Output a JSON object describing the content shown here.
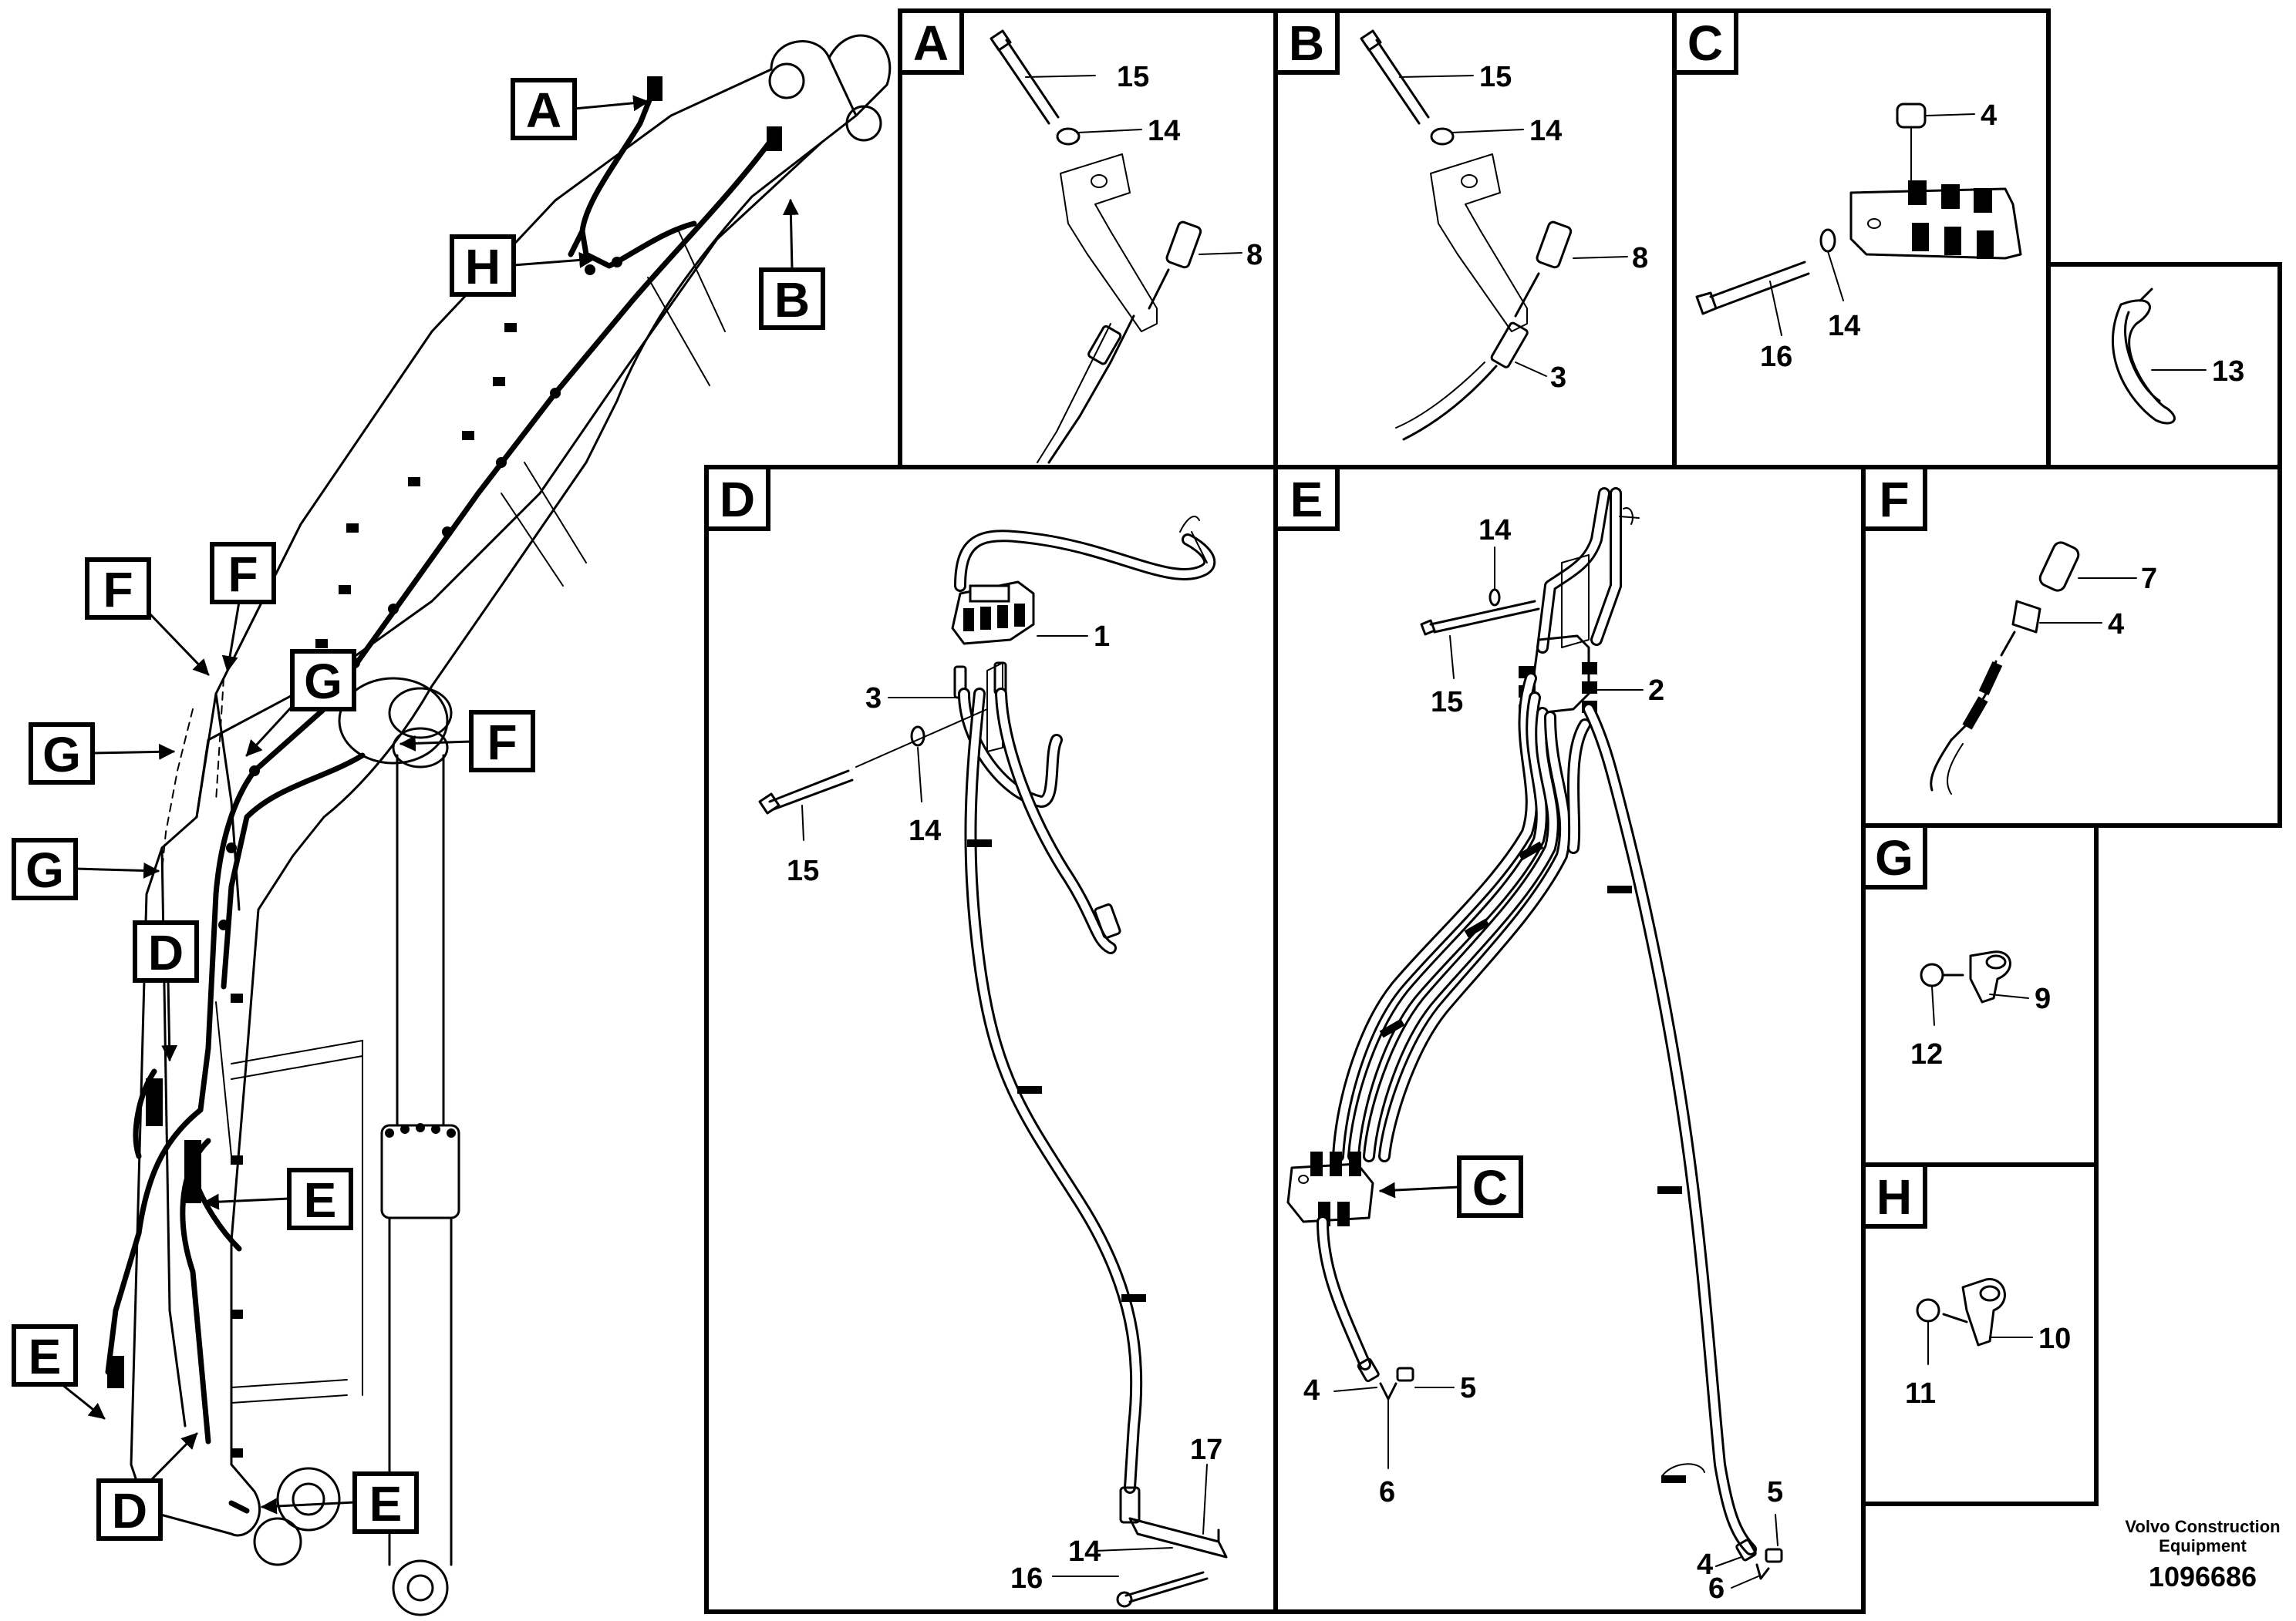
{
  "callouts": {
    "A": "A",
    "B": "B",
    "C": "C",
    "D": "D",
    "E": "E",
    "F": "F",
    "G": "G",
    "H": "H"
  },
  "panels": {
    "A": {
      "title": "A",
      "items": [
        "15",
        "14",
        "8"
      ]
    },
    "B": {
      "title": "B",
      "items": [
        "15",
        "14",
        "8",
        "3"
      ]
    },
    "C": {
      "title": "C",
      "items": [
        "4",
        "16",
        "14"
      ]
    },
    "clamp": {
      "items": [
        "13"
      ]
    },
    "D": {
      "title": "D",
      "items": [
        "1",
        "3",
        "14",
        "15",
        "17",
        "14",
        "16"
      ]
    },
    "E": {
      "title": "E",
      "items": [
        "14",
        "15",
        "2",
        "C",
        "4",
        "5",
        "6",
        "5",
        "4",
        "6"
      ]
    },
    "F": {
      "title": "F",
      "items": [
        "7",
        "4"
      ]
    },
    "G": {
      "title": "G",
      "items": [
        "9",
        "12"
      ]
    },
    "H": {
      "title": "H",
      "items": [
        "10",
        "11"
      ]
    }
  },
  "footer": {
    "brand_line1": "Volvo Construction",
    "brand_line2": "Equipment",
    "drawing_number": "1096686"
  }
}
